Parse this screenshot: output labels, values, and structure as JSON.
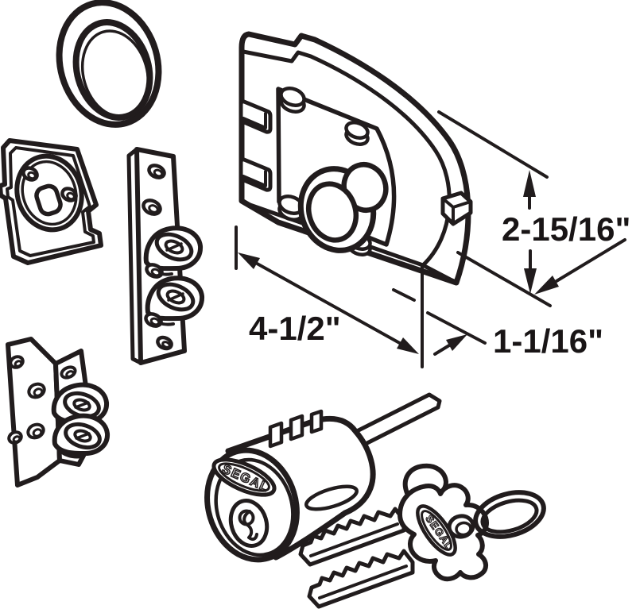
{
  "diagram": {
    "description": "black-and-white exploded parts line drawing of a rim deadbolt lock set with installation hardware, cylinder and keys",
    "brand": "SEGAL",
    "background_color": "#ffffff",
    "line_color": "#211c1d",
    "dimensions": {
      "width_label": "4-1/2\"",
      "height_label": "2-15/16\"",
      "depth_label": "1-1/16\""
    },
    "parts": [
      "trim-collar-ring",
      "mounting-back-plate",
      "strike-plate",
      "angle-bracket-strike",
      "lock-body",
      "lock-cylinder",
      "keys-with-ring"
    ]
  }
}
